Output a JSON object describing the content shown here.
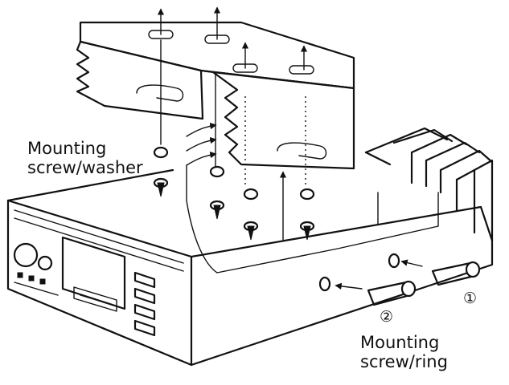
{
  "labels": {
    "mounting_screw_washer": [
      "Mounting",
      "screw/washer"
    ],
    "mounting_screw_ring": [
      "Mounting",
      "screw/ring"
    ],
    "step_1": "①",
    "step_2": "②"
  },
  "colors": {
    "ink": "#111111",
    "paper": "#ffffff"
  }
}
